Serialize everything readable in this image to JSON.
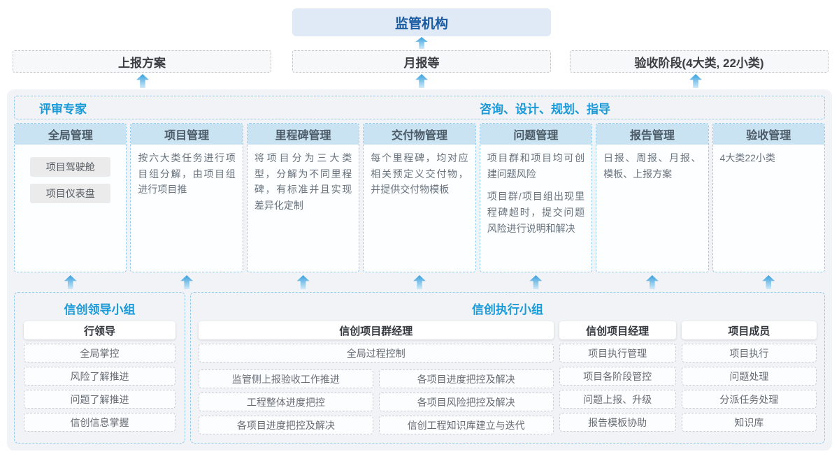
{
  "top": {
    "regulator": "监管机构",
    "report_plan": "上报方案",
    "monthly_report": "月报等",
    "acceptance_stage": "验收阶段(4大类, 22小类)"
  },
  "panel": {
    "left_header": "评审专家",
    "right_header": "咨询、设计、规划、指导",
    "columns": [
      {
        "title": "全局管理",
        "pills": [
          "项目驾驶舱",
          "项目仪表盘"
        ]
      },
      {
        "title": "项目管理",
        "body": "按六大类任务进行项目组分解，由项目组进行项目推"
      },
      {
        "title": "里程碑管理",
        "body": "将项目分为三大类型，分解为不同里程碑，有标准并且实现差异化定制"
      },
      {
        "title": "交付物管理",
        "body": "每个里程碑，均对应相关预定义交付物，并提供交付物模板"
      },
      {
        "title": "问题管理",
        "body1": "项目群和项目均可创建问题风险",
        "body2": "项目群/项目组出现里程碑超时，提交问题风险进行说明和解决"
      },
      {
        "title": "报告管理",
        "body": "日报、周报、月报、模板、上报方案"
      },
      {
        "title": "验收管理",
        "body": "4大类22小类"
      }
    ]
  },
  "bottom": {
    "leader_group": {
      "title": "信创领导小组",
      "role": "行领导",
      "items": [
        "全局掌控",
        "风险了解推进",
        "问题了解推进",
        "信创信息掌握"
      ]
    },
    "exec_group": {
      "title": "信创执行小组",
      "pgm_manager": {
        "role": "信创项目群经理",
        "full_item": "全局过程控制",
        "left_items": [
          "监管侧上报验收工作推进",
          "工程整体进度把控",
          "各项目进度把控及解决"
        ],
        "right_items": [
          "各项目进度把控及解决",
          "各项目风险把控及解决",
          "信创工程知识库建立与迭代"
        ]
      },
      "pm": {
        "role": "信创项目经理",
        "items": [
          "项目执行管理",
          "项目各阶段管控",
          "问题上报、升级",
          "报告模板协助"
        ]
      },
      "member": {
        "role": "项目成员",
        "items": [
          "项目执行",
          "问题处理",
          "分派任务处理",
          "知识库"
        ]
      }
    }
  },
  "colors": {
    "accent_blue": "#1a9ad8",
    "regulator_bg": "#dfeaf6",
    "regulator_text": "#1a5aa0",
    "column_header_bg": "#c9e3f3",
    "panel_bg": "#f1f3f6",
    "dashed_blue_border": "#8ecbee",
    "arrow_blue": "#38a0dd"
  }
}
